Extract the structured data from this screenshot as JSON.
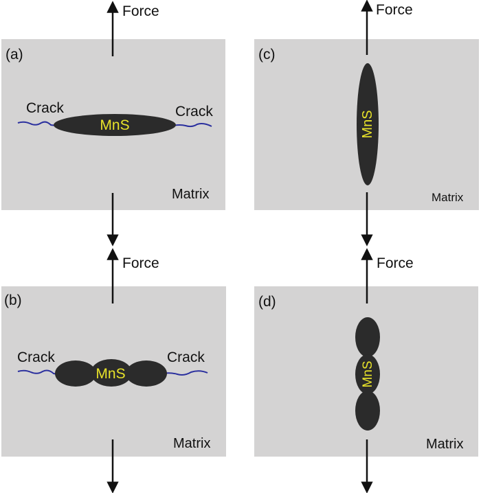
{
  "colors": {
    "matrix": "#d4d3d3",
    "inclusion": "#2b2b2b",
    "crack": "#2a2f9e",
    "mns_text": "#e8e32a",
    "arrow": "#111111"
  },
  "panels": {
    "a": {
      "tag": "(a)",
      "force": "Force",
      "matrix": "Matrix",
      "inclusion": "MnS",
      "crack_left": "Crack",
      "crack_right": "Crack"
    },
    "b": {
      "tag": "(b)",
      "force": "Force",
      "matrix": "Matrix",
      "inclusion": "MnS",
      "crack_left": "Crack",
      "crack_right": "Crack"
    },
    "c": {
      "tag": "(c)",
      "force": "Force",
      "matrix": "Matrix",
      "inclusion": "MnS"
    },
    "d": {
      "tag": "(d)",
      "force": "Force",
      "matrix": "Matrix",
      "inclusion": "MnS"
    }
  }
}
